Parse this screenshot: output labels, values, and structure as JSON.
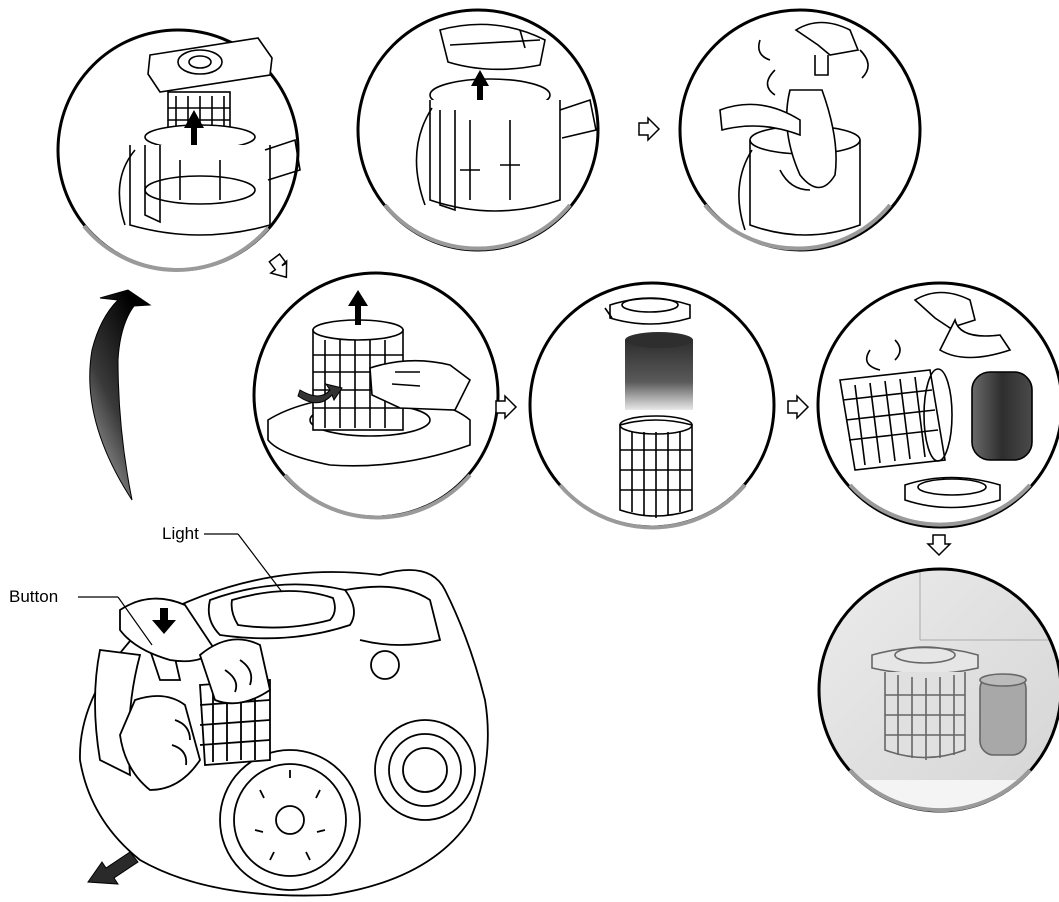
{
  "labels": {
    "light": "Light",
    "button": "Button"
  },
  "colors": {
    "line": "#000000",
    "background": "#ffffff",
    "circle_shadow": "#9a9a9a",
    "final_step_fill": "#e2e2e2",
    "sponge_filter": "#3a3a3a"
  },
  "steps": [
    {
      "id": "remove-lid",
      "icon": "lift-lid-icon"
    },
    {
      "id": "lift-top-cover",
      "icon": "lift-cover-icon"
    },
    {
      "id": "rinse-dust-bin",
      "icon": "rinse-bin-icon"
    },
    {
      "id": "remove-filter-assembly",
      "icon": "twist-filter-icon"
    },
    {
      "id": "separate-filters",
      "icon": "separate-filter-icon"
    },
    {
      "id": "wash-filters",
      "icon": "wash-filter-icon"
    },
    {
      "id": "dry-filters",
      "icon": "dry-filter-icon"
    }
  ]
}
